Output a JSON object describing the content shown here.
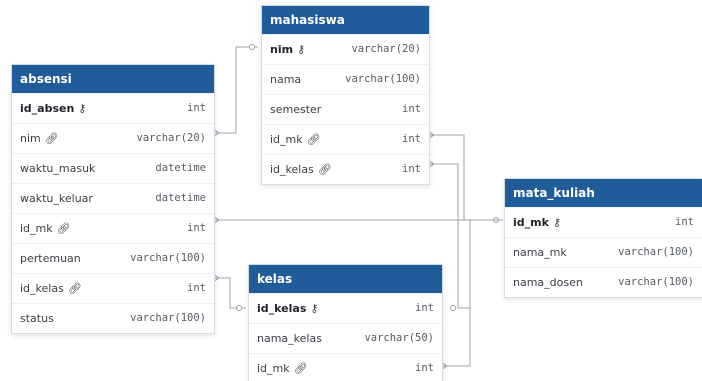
{
  "tables": {
    "absensi": {
      "title": "absensi",
      "columns": [
        {
          "name": "id_absen",
          "type": "int"
        },
        {
          "name": "nim",
          "type": "varchar(20)"
        },
        {
          "name": "waktu_masuk",
          "type": "datetime"
        },
        {
          "name": "waktu_keluar",
          "type": "datetime"
        },
        {
          "name": "id_mk",
          "type": "int"
        },
        {
          "name": "pertemuan",
          "type": "varchar(100)"
        },
        {
          "name": "id_kelas",
          "type": "int"
        },
        {
          "name": "status",
          "type": "varchar(100)"
        }
      ]
    },
    "mahasiswa": {
      "title": "mahasiswa",
      "columns": [
        {
          "name": "nim",
          "type": "varchar(20)"
        },
        {
          "name": "nama",
          "type": "varchar(100)"
        },
        {
          "name": "semester",
          "type": "int"
        },
        {
          "name": "id_mk",
          "type": "int"
        },
        {
          "name": "id_kelas",
          "type": "int"
        }
      ]
    },
    "kelas": {
      "title": "kelas",
      "columns": [
        {
          "name": "id_kelas",
          "type": "int"
        },
        {
          "name": "nama_kelas",
          "type": "varchar(50)"
        },
        {
          "name": "id_mk",
          "type": "int"
        }
      ]
    },
    "mata_kuliah": {
      "title": "mata_kuliah",
      "columns": [
        {
          "name": "id_mk",
          "type": "int"
        },
        {
          "name": "nama_mk",
          "type": "varchar(100)"
        },
        {
          "name": "nama_dosen",
          "type": "varchar(100)"
        }
      ]
    }
  },
  "icons": {
    "primary_key": "key-outline-icon",
    "foreign_key": "link-icon"
  },
  "colors": {
    "header": "#1f5c99",
    "connector": "#9aa3ad",
    "background": "#ffffff"
  }
}
